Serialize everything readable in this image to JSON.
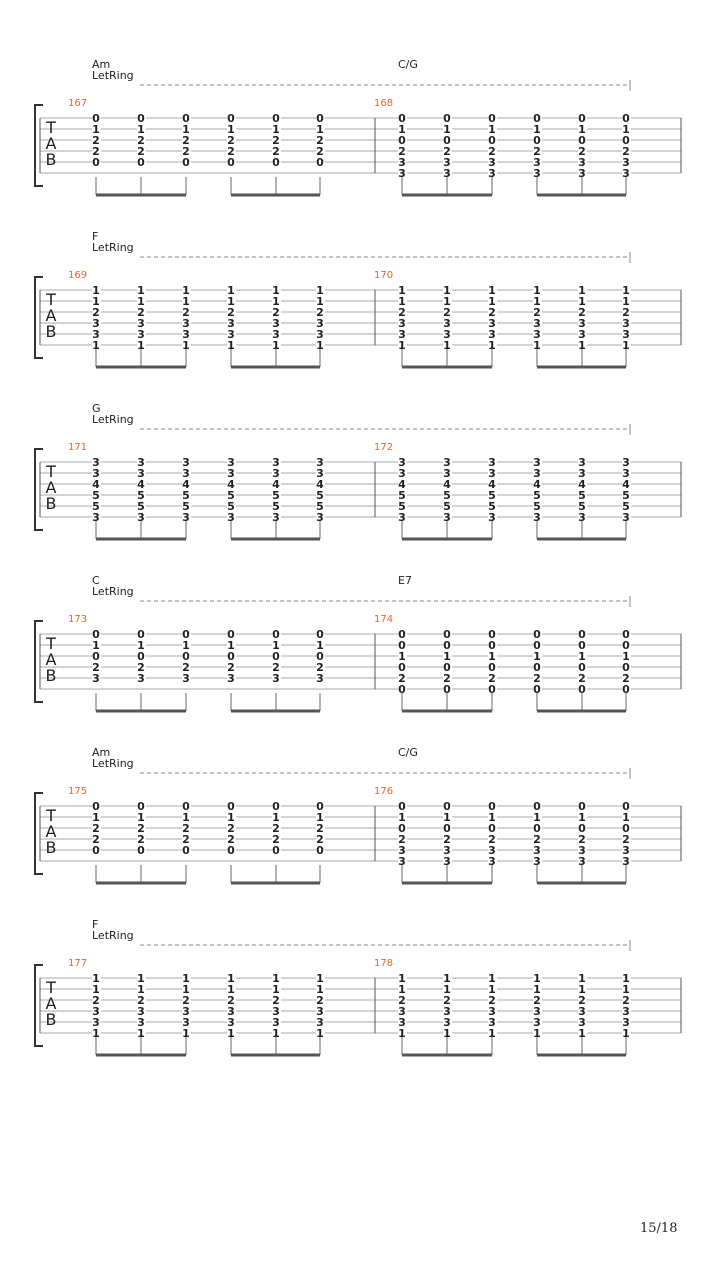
{
  "page_number": "15/18",
  "tab_clef": [
    "T",
    "A",
    "B"
  ],
  "let_ring_label": "LetRing",
  "colors": {
    "measure_number": "#e8642d",
    "staff_line": "#aaaaaa",
    "text": "#222222"
  },
  "systems": [
    {
      "measures": [
        {
          "number": "167",
          "chord": "Am",
          "columns": [
            [
              "0",
              "1",
              "2",
              "2",
              "0",
              ""
            ],
            [
              "0",
              "1",
              "2",
              "2",
              "0",
              ""
            ],
            [
              "0",
              "1",
              "2",
              "2",
              "0",
              ""
            ],
            [
              "0",
              "1",
              "2",
              "2",
              "0",
              ""
            ],
            [
              "0",
              "1",
              "2",
              "2",
              "0",
              ""
            ],
            [
              "0",
              "1",
              "2",
              "2",
              "0",
              ""
            ]
          ]
        },
        {
          "number": "168",
          "chord": "C/G",
          "columns": [
            [
              "0",
              "1",
              "0",
              "2",
              "3",
              "3"
            ],
            [
              "0",
              "1",
              "0",
              "2",
              "3",
              "3"
            ],
            [
              "0",
              "1",
              "0",
              "2",
              "3",
              "3"
            ],
            [
              "0",
              "1",
              "0",
              "2",
              "3",
              "3"
            ],
            [
              "0",
              "1",
              "0",
              "2",
              "3",
              "3"
            ],
            [
              "0",
              "1",
              "0",
              "2",
              "3",
              "3"
            ]
          ]
        }
      ]
    },
    {
      "measures": [
        {
          "number": "169",
          "chord": "F",
          "columns": [
            [
              "1",
              "1",
              "2",
              "3",
              "3",
              "1"
            ],
            [
              "1",
              "1",
              "2",
              "3",
              "3",
              "1"
            ],
            [
              "1",
              "1",
              "2",
              "3",
              "3",
              "1"
            ],
            [
              "1",
              "1",
              "2",
              "3",
              "3",
              "1"
            ],
            [
              "1",
              "1",
              "2",
              "3",
              "3",
              "1"
            ],
            [
              "1",
              "1",
              "2",
              "3",
              "3",
              "1"
            ]
          ]
        },
        {
          "number": "170",
          "chord": "",
          "columns": [
            [
              "1",
              "1",
              "2",
              "3",
              "3",
              "1"
            ],
            [
              "1",
              "1",
              "2",
              "3",
              "3",
              "1"
            ],
            [
              "1",
              "1",
              "2",
              "3",
              "3",
              "1"
            ],
            [
              "1",
              "1",
              "2",
              "3",
              "3",
              "1"
            ],
            [
              "1",
              "1",
              "2",
              "3",
              "3",
              "1"
            ],
            [
              "1",
              "1",
              "2",
              "3",
              "3",
              "1"
            ]
          ]
        }
      ]
    },
    {
      "measures": [
        {
          "number": "171",
          "chord": "G",
          "columns": [
            [
              "3",
              "3",
              "4",
              "5",
              "5",
              "3"
            ],
            [
              "3",
              "3",
              "4",
              "5",
              "5",
              "3"
            ],
            [
              "3",
              "3",
              "4",
              "5",
              "5",
              "3"
            ],
            [
              "3",
              "3",
              "4",
              "5",
              "5",
              "3"
            ],
            [
              "3",
              "3",
              "4",
              "5",
              "5",
              "3"
            ],
            [
              "3",
              "3",
              "4",
              "5",
              "5",
              "3"
            ]
          ]
        },
        {
          "number": "172",
          "chord": "",
          "columns": [
            [
              "3",
              "3",
              "4",
              "5",
              "5",
              "3"
            ],
            [
              "3",
              "3",
              "4",
              "5",
              "5",
              "3"
            ],
            [
              "3",
              "3",
              "4",
              "5",
              "5",
              "3"
            ],
            [
              "3",
              "3",
              "4",
              "5",
              "5",
              "3"
            ],
            [
              "3",
              "3",
              "4",
              "5",
              "5",
              "3"
            ],
            [
              "3",
              "3",
              "4",
              "5",
              "5",
              "3"
            ]
          ]
        }
      ]
    },
    {
      "measures": [
        {
          "number": "173",
          "chord": "C",
          "columns": [
            [
              "0",
              "1",
              "0",
              "2",
              "3",
              ""
            ],
            [
              "0",
              "1",
              "0",
              "2",
              "3",
              ""
            ],
            [
              "0",
              "1",
              "0",
              "2",
              "3",
              ""
            ],
            [
              "0",
              "1",
              "0",
              "2",
              "3",
              ""
            ],
            [
              "0",
              "1",
              "0",
              "2",
              "3",
              ""
            ],
            [
              "0",
              "1",
              "0",
              "2",
              "3",
              ""
            ]
          ]
        },
        {
          "number": "174",
          "chord": "E7",
          "columns": [
            [
              "0",
              "0",
              "1",
              "0",
              "2",
              "0"
            ],
            [
              "0",
              "0",
              "1",
              "0",
              "2",
              "0"
            ],
            [
              "0",
              "0",
              "1",
              "0",
              "2",
              "0"
            ],
            [
              "0",
              "0",
              "1",
              "0",
              "2",
              "0"
            ],
            [
              "0",
              "0",
              "1",
              "0",
              "2",
              "0"
            ],
            [
              "0",
              "0",
              "1",
              "0",
              "2",
              "0"
            ]
          ]
        }
      ]
    },
    {
      "measures": [
        {
          "number": "175",
          "chord": "Am",
          "columns": [
            [
              "0",
              "1",
              "2",
              "2",
              "0",
              ""
            ],
            [
              "0",
              "1",
              "2",
              "2",
              "0",
              ""
            ],
            [
              "0",
              "1",
              "2",
              "2",
              "0",
              ""
            ],
            [
              "0",
              "1",
              "2",
              "2",
              "0",
              ""
            ],
            [
              "0",
              "1",
              "2",
              "2",
              "0",
              ""
            ],
            [
              "0",
              "1",
              "2",
              "2",
              "0",
              ""
            ]
          ]
        },
        {
          "number": "176",
          "chord": "C/G",
          "columns": [
            [
              "0",
              "1",
              "0",
              "2",
              "3",
              "3"
            ],
            [
              "0",
              "1",
              "0",
              "2",
              "3",
              "3"
            ],
            [
              "0",
              "1",
              "0",
              "2",
              "3",
              "3"
            ],
            [
              "0",
              "1",
              "0",
              "2",
              "3",
              "3"
            ],
            [
              "0",
              "1",
              "0",
              "2",
              "3",
              "3"
            ],
            [
              "0",
              "1",
              "0",
              "2",
              "3",
              "3"
            ]
          ]
        }
      ]
    },
    {
      "measures": [
        {
          "number": "177",
          "chord": "F",
          "columns": [
            [
              "1",
              "1",
              "2",
              "3",
              "3",
              "1"
            ],
            [
              "1",
              "1",
              "2",
              "3",
              "3",
              "1"
            ],
            [
              "1",
              "1",
              "2",
              "3",
              "3",
              "1"
            ],
            [
              "1",
              "1",
              "2",
              "3",
              "3",
              "1"
            ],
            [
              "1",
              "1",
              "2",
              "3",
              "3",
              "1"
            ],
            [
              "1",
              "1",
              "2",
              "3",
              "3",
              "1"
            ]
          ]
        },
        {
          "number": "178",
          "chord": "",
          "columns": [
            [
              "1",
              "1",
              "2",
              "3",
              "3",
              "1"
            ],
            [
              "1",
              "1",
              "2",
              "3",
              "3",
              "1"
            ],
            [
              "1",
              "1",
              "2",
              "3",
              "3",
              "1"
            ],
            [
              "1",
              "1",
              "2",
              "3",
              "3",
              "1"
            ],
            [
              "1",
              "1",
              "2",
              "3",
              "3",
              "1"
            ],
            [
              "1",
              "1",
              "2",
              "3",
              "3",
              "1"
            ]
          ]
        }
      ]
    }
  ]
}
